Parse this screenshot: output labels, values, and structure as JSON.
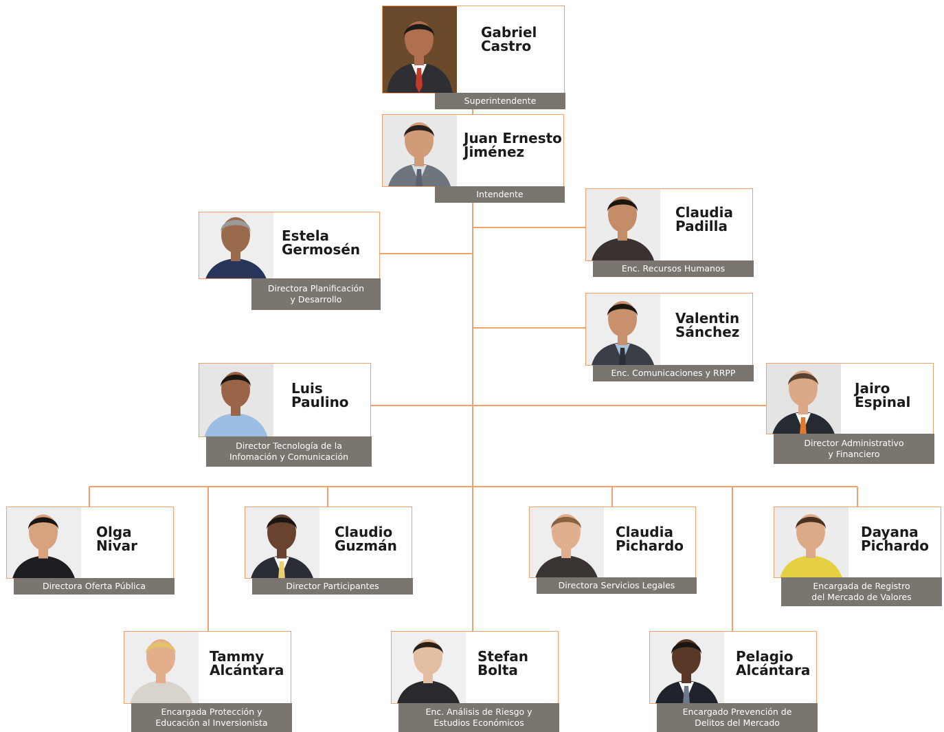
{
  "people": [
    {
      "key": "castro",
      "first": "Gabriel",
      "last": "Castro",
      "role": "Superintendente",
      "skin": "#b07050",
      "hair": "#1f1a17",
      "suit": "#2f2f33",
      "shirt": "#ffffff",
      "tie": "#c43a2a",
      "bg": "#6a4a2a"
    },
    {
      "key": "jimenez",
      "first": "Juan Ernesto",
      "last": "Jiménez",
      "role": "Intendente",
      "skin": "#d19a78",
      "hair": "#2b211c",
      "suit": "#6f757c",
      "shirt": "#d6dbe2",
      "tie": "#5a6272",
      "bg": "#e8e8e8"
    },
    {
      "key": "padilla",
      "first": "Claudia",
      "last": "Padilla",
      "role": "Enc. Recursos Humanos",
      "skin": "#c58c68",
      "hair": "#1c1612",
      "suit": "#3a3230",
      "shirt": "#3a3230",
      "tie": "",
      "bg": "#ececec"
    },
    {
      "key": "germosen",
      "first": "Estela",
      "last": "Germosén",
      "role": "Directora Planificación\ny Desarrollo",
      "skin": "#9a6a4c",
      "hair": "#9a9a9a",
      "suit": "#28355a",
      "shirt": "#28355a",
      "tie": "",
      "bg": "#eeeeee"
    },
    {
      "key": "sanchez",
      "first": "Valentin",
      "last": "Sánchez",
      "role": "Enc. Comunicaciones y RRPP",
      "skin": "#c8906c",
      "hair": "#1c1612",
      "suit": "#3a3e46",
      "shirt": "#a8c0dc",
      "tie": "#2a2f3a",
      "bg": "#eeeeee"
    },
    {
      "key": "paulino",
      "first": "Luis",
      "last": "Paulino",
      "role": "Director Tecnología de la\nInfomación y Comunicación",
      "skin": "#9a6448",
      "hair": "#1c1612",
      "suit": "#9cbee2",
      "shirt": "#9cbee2",
      "tie": "",
      "bg": "#e6e6e6"
    },
    {
      "key": "espinal",
      "first": "Jairo",
      "last": "Espinal",
      "role": "Director Administrativo\ny Financiero",
      "skin": "#dba888",
      "hair": "#5a4030",
      "suit": "#262a33",
      "shirt": "#ffffff",
      "tie": "#e07a2a",
      "bg": "#e4e4e4"
    },
    {
      "key": "nivar",
      "first": "Olga",
      "last": "Nivar",
      "role": "Directora Oferta Pública",
      "skin": "#d7a27e",
      "hair": "#1c1612",
      "suit": "#1e1e22",
      "shirt": "#1e1e22",
      "tie": "",
      "bg": "#eeeeee"
    },
    {
      "key": "guzman",
      "first": "Claudio",
      "last": "Guzmán",
      "role": "Director Participantes",
      "skin": "#6a4230",
      "hair": "#1c1612",
      "suit": "#2a2d36",
      "shirt": "#ffffff",
      "tie": "#e8d070",
      "bg": "#eeeeee"
    },
    {
      "key": "cpichardo",
      "first": "Claudia",
      "last": "Pichardo",
      "role": "Directora Servicios Legales",
      "skin": "#e0b08e",
      "hair": "#8a6240",
      "suit": "#3a3432",
      "shirt": "#3a3432",
      "tie": "",
      "bg": "#eeeeee"
    },
    {
      "key": "dpichardo",
      "first": "Dayana",
      "last": "Pichardo",
      "role": "Encargada de Registro\ndel Mercado de Valores",
      "skin": "#dcaa88",
      "hair": "#4a3222",
      "suit": "#e4d040",
      "shirt": "#e4d040",
      "tie": "",
      "bg": "#ececec"
    },
    {
      "key": "talcantara",
      "first": "Tammy",
      "last": "Alcántara",
      "role": "Encargada Protección y\nEducación al Inversionista",
      "skin": "#e2ae8c",
      "hair": "#e2c26a",
      "suit": "#d8d4cc",
      "shirt": "#d8d4cc",
      "tie": "",
      "bg": "#eeeeee"
    },
    {
      "key": "bolta",
      "first": "Stefan",
      "last": "Bolta",
      "role": "Enc. Análisis de Riesgo y\nEstudios Económicos",
      "skin": "#e4bea2",
      "hair": "#2a2018",
      "suit": "#2a2a2e",
      "shirt": "#2a2a2e",
      "tie": "",
      "bg": "#f0f0f0"
    },
    {
      "key": "palcantara",
      "first": "Pelagio",
      "last": "Alcántara",
      "role": "Encargado Prevención de\nDelitos del Mercado",
      "skin": "#5a3828",
      "hair": "#1c1612",
      "suit": "#20232c",
      "shirt": "#ffffff",
      "tie": "#6a7a8a",
      "bg": "#eeeeee"
    }
  ],
  "colors": {
    "connector": "#f0a068",
    "role_bg": "#7b7570",
    "card_border": "#f0a068"
  }
}
